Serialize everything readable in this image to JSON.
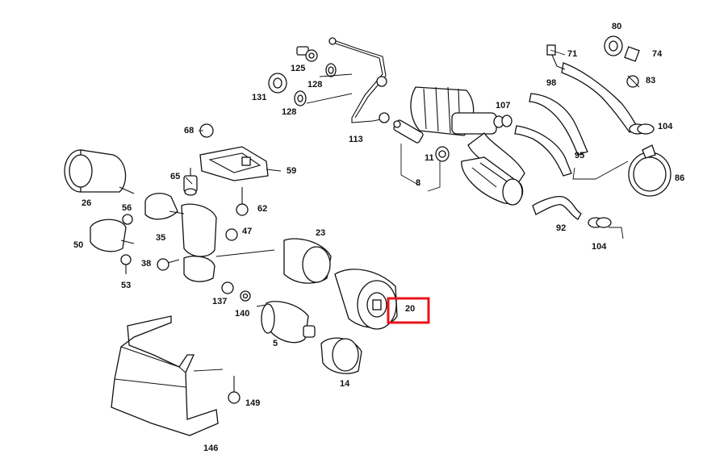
{
  "diagram": {
    "labels": [
      "80",
      "71",
      "74",
      "125",
      "128",
      "131",
      "128",
      "98",
      "83",
      "107",
      "104",
      "68",
      "113",
      "11",
      "95",
      "59",
      "26",
      "65",
      "8",
      "86",
      "56",
      "62",
      "35",
      "47",
      "92",
      "104",
      "50",
      "23",
      "38",
      "53",
      "20",
      "137",
      "140",
      "5",
      "14",
      "149",
      "146"
    ],
    "highlight_color": "#e8141b",
    "highlighted_label_index": 30,
    "line_color": "#111111"
  }
}
